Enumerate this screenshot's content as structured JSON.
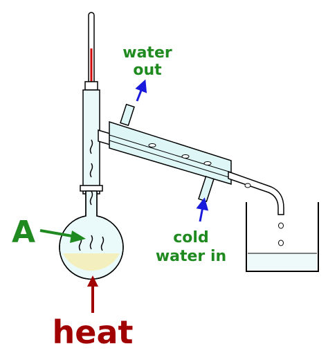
{
  "labels": {
    "water_out": [
      "water",
      "out"
    ],
    "cold_water_in": [
      "cold",
      "water in"
    ],
    "pointer": "A",
    "heat": "heat"
  },
  "colors": {
    "green_text": "#1f8a1f",
    "red_text": "#a00000",
    "blue_arrow": "#1a1adc",
    "glass_fill": "#dff6f6",
    "outline": "#000000",
    "liquid": "#f3efbe",
    "beaker_liquid": "#eef9f9",
    "thermometer_red": "#cc0000"
  },
  "icons": {
    "heat_arrow": "up-arrow",
    "water_out_arrow": "up-right-arrow",
    "water_in_arrow": "up-arrow",
    "pointer_arrow": "right-arrow",
    "vapour": "wavy-line"
  }
}
